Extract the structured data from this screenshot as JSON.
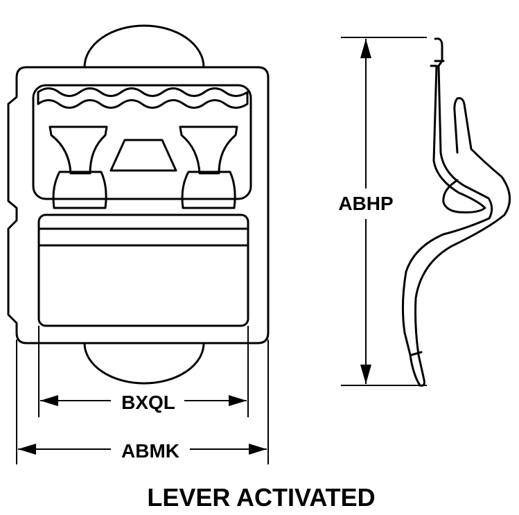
{
  "caption": "LEVER ACTIVATED",
  "dimensions": {
    "inner_width": "BXQL",
    "outer_width": "ABMK",
    "height": "ABHP"
  },
  "colors": {
    "stroke": "#000000",
    "background": "#ffffff"
  }
}
